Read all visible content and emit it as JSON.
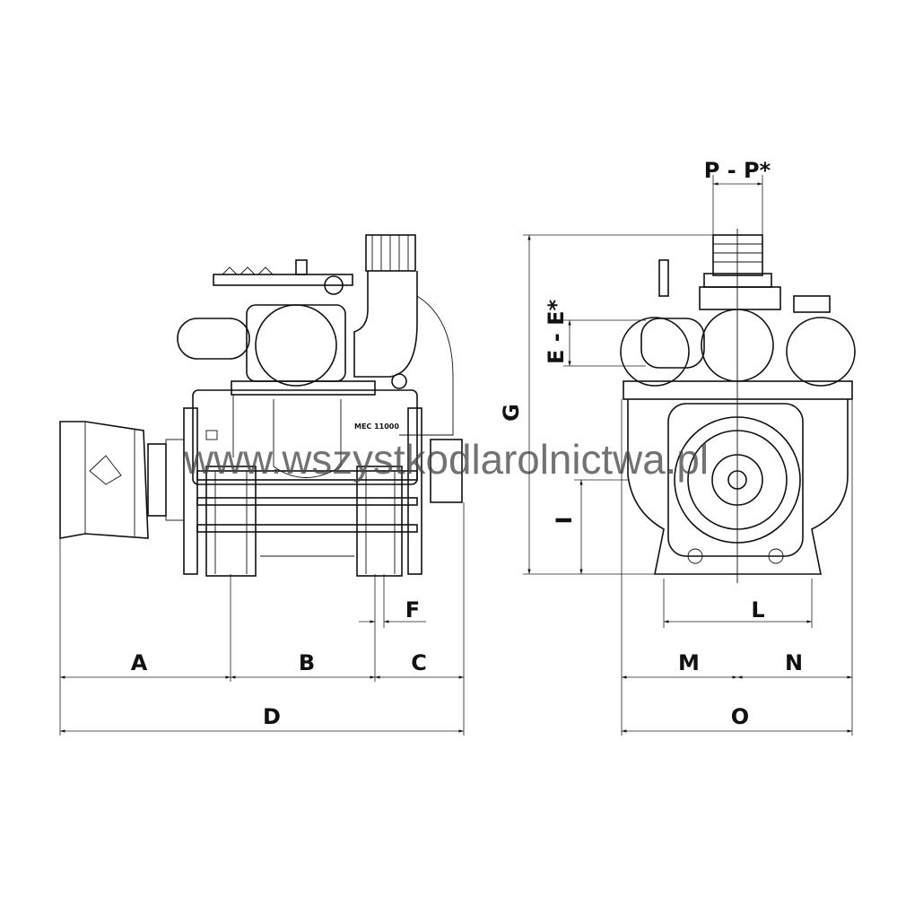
{
  "diagram": {
    "nameplate": "MEC 11000",
    "watermark": "www.wszystkodlarolnictwa.pl",
    "dimensions": {
      "A": "A",
      "B": "B",
      "C": "C",
      "D": "D",
      "F": "F",
      "G": "G",
      "I": "I",
      "L": "L",
      "M": "M",
      "N": "N",
      "O": "O",
      "E": "E - E*",
      "P": "P - P*"
    }
  }
}
